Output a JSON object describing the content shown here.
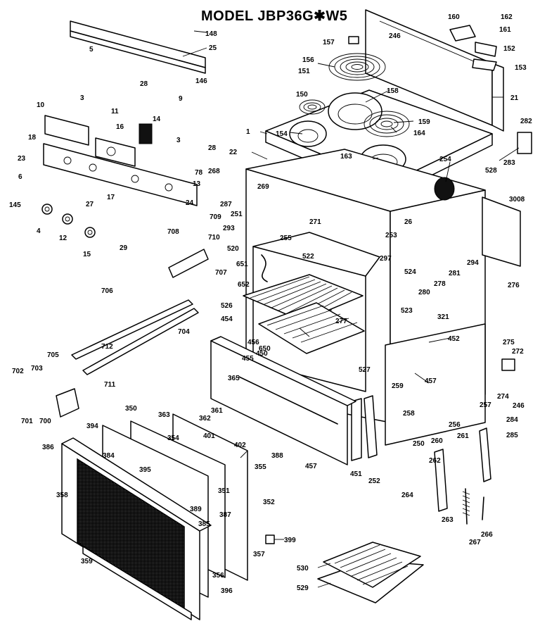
{
  "title": "MODEL  JBP36G✱W5",
  "part_numbers": {
    "p148": "148",
    "p25": "25",
    "p5": "5",
    "p28": "28",
    "p146": "146",
    "p9": "9",
    "p10": "10",
    "p3a": "3",
    "p11": "11",
    "p14": "14",
    "p16": "16",
    "p3b": "3",
    "p18": "18",
    "p28b": "28",
    "p78": "78",
    "p13": "13",
    "p23": "23",
    "p6": "6",
    "p145": "145",
    "p4": "4",
    "p12": "12",
    "p27": "27",
    "p17": "17",
    "p24": "24",
    "p15": "15",
    "p29": "29",
    "p709": "709",
    "p708": "708",
    "p710": "710",
    "p707": "707",
    "p706": "706",
    "p704": "704",
    "p705": "705",
    "p712": "712",
    "p702": "702",
    "p703": "703",
    "p711": "711",
    "p701": "701",
    "p700": "700",
    "p160": "160",
    "p162": "162",
    "p161": "161",
    "p152": "152",
    "p153": "153",
    "p246": "246",
    "p157": "157",
    "p156": "156",
    "p151": "151",
    "p158": "158",
    "p150": "150",
    "p21": "21",
    "p159": "159",
    "p154": "154",
    "p164": "164",
    "p282": "282",
    "p1": "1",
    "p22": "22",
    "p163": "163",
    "p254": "254",
    "p283": "283",
    "p528": "528",
    "p268": "268",
    "p269": "269",
    "p3008": "3008",
    "p287": "287",
    "p251": "251",
    "p271": "271",
    "p293": "293",
    "p26": "26",
    "p255": "255",
    "p253": "253",
    "p520": "520",
    "p522": "522",
    "p651": "651",
    "p297": "297",
    "p524": "524",
    "p281": "281",
    "p294": "294",
    "p280": "280",
    "p278": "278",
    "p276": "276",
    "p652": "652",
    "p523": "523",
    "p526": "526",
    "p321": "321",
    "p277": "277",
    "p454": "454",
    "p452": "452",
    "p275": "275",
    "p456": "456",
    "p650": "650",
    "p450": "450",
    "p272": "272",
    "p455": "455",
    "p527": "527",
    "p365": "365",
    "p457": "457",
    "p259": "259",
    "p274": "274",
    "p246b": "246",
    "p257": "257",
    "p258": "258",
    "p284": "284",
    "p256": "256",
    "p285": "285",
    "p250": "250",
    "p261": "261",
    "p260": "260",
    "p350": "350",
    "p363": "363",
    "p361": "361",
    "p362": "362",
    "p394": "394",
    "p354": "354",
    "p401": "401",
    "p402": "402",
    "p386": "386",
    "p384": "384",
    "p388": "388",
    "p355": "355",
    "p395": "395",
    "p457b": "457",
    "p451": "451",
    "p252": "252",
    "p262": "262",
    "p358": "358",
    "p351": "351",
    "p352": "352",
    "p264": "264",
    "p389": "389",
    "p387": "387",
    "p263": "263",
    "p385": "385",
    "p399": "399",
    "p266": "266",
    "p267": "267",
    "p359": "359",
    "p357": "357",
    "p356": "356",
    "p396": "396",
    "p530": "530",
    "p529": "529"
  }
}
